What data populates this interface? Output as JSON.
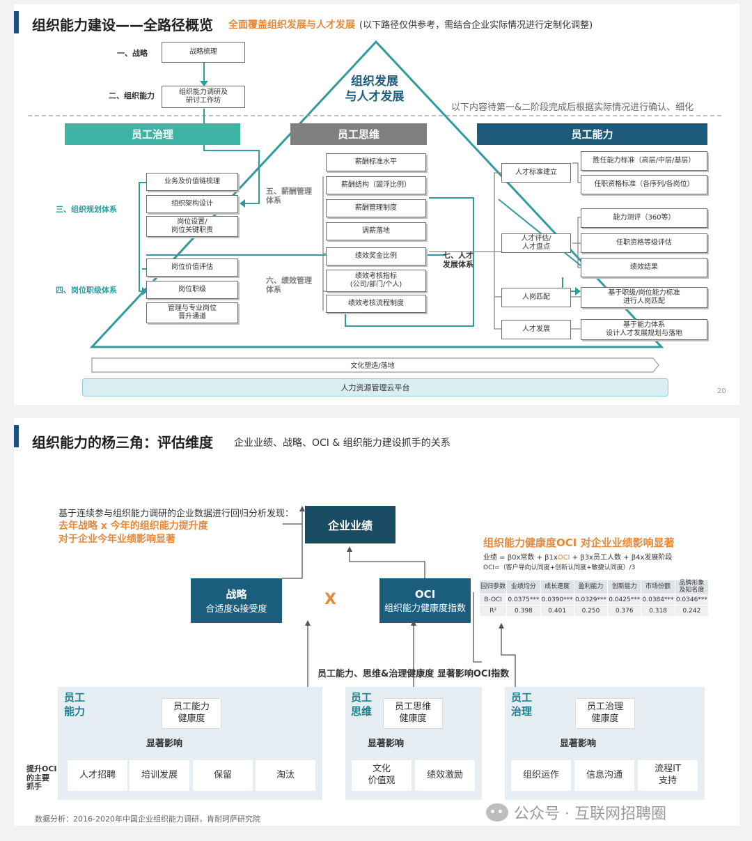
{
  "slide1": {
    "title": "组织能力建设——全路径概览",
    "subtitle": "全面覆盖组织发展与人才发展",
    "note": "(以下路径仅供参考，需结合企业实际情况进行定制化调整)",
    "pyramid_title": "组织发展\n与人才发展",
    "dashed_note": "以下内容待第一&二阶段完成后根据实际情况进行确认、细化",
    "step1_label": "一、战略",
    "step1_box": "战略梳理",
    "step2_label": "二、组织能力",
    "step2_box": "组织能力调研及\n研讨工作坊",
    "col1_header": "员工治理",
    "col2_header": "员工思维",
    "col3_header": "员工能力",
    "sec3_label": "三、组织规划体系",
    "sec3_items": [
      "业务及价值链梳理",
      "组织架构设计",
      "岗位设置/\n岗位关键职责"
    ],
    "sec4_label": "四、岗位职级体系",
    "sec4_items": [
      "岗位价值评估",
      "岗位职级",
      "管理与专业岗位\n晋升通道"
    ],
    "sec5_label": "五、薪酬管理\n体系",
    "sec5_items": [
      "薪酬标准水平",
      "薪酬结构（固浮比例）",
      "薪酬管理制度",
      "调薪落地"
    ],
    "sec6_label": "六、绩效管理\n体系",
    "sec6_items": [
      "绩效奖金比例",
      "绩效考核指标\n(公司/部门/个人)",
      "绩效考核流程制度"
    ],
    "sec7_label": "七、人才\n发展体系",
    "talent_left": [
      "人才标准建立",
      "人才评估/\n人才盘点",
      "人岗匹配",
      "人才发展"
    ],
    "talent_right": [
      "胜任能力标准（高层/中层/基层）",
      "任职资格标准（各序列/各岗位）",
      "能力测评（360等）",
      "任职资格等级评估",
      "绩效结果",
      "基于职级/岗位能力标准\n进行人岗匹配",
      "基于能力体系\n设计人才发展规划与落地"
    ],
    "culture_bar": "文化塑造/落地",
    "platform_bar": "人力资源管理云平台",
    "page_number": "20"
  },
  "slide2": {
    "title": "组织能力的杨三角：评估维度",
    "note": "企业业绩、战略、OCI & 组织能力建设抓手的关系",
    "finding_intro": "基于连续参与组织能力调研的企业数据进行回归分析发现：",
    "finding_line1": "去年战略 x 今年的组织能力提升度",
    "finding_line2": "对于企业今年业绩影响显著",
    "perf_box": "企业业绩",
    "strategy_title": "战略",
    "strategy_sub": "合适度&接受度",
    "times_mark": "X",
    "oci_title": "OCI",
    "oci_sub": "组织能力健康度指数",
    "oci_heading": "组织能力健康度OCI 对企业业绩影响显著",
    "formula_prefix": "业绩 = β0x常数 + β1x",
    "formula_oci": "OCI",
    "formula_suffix": " + β3x员工人数 + β4x发展阶段",
    "formula2": "OCI=（客户导向认同度+创新认同度+敏捷认同度）/3",
    "table_headers": [
      "回归参数",
      "业绩均分",
      "成长速度",
      "盈利能力",
      "创新能力",
      "市场份额",
      "品牌形象\n及知名度"
    ],
    "table_rows": [
      [
        "B-OCI",
        "0.0375***",
        "0.0390***",
        "0.0329***",
        "0.0425***",
        "0.0384***",
        "0.0346***"
      ],
      [
        "R²",
        "0.398",
        "0.401",
        "0.250",
        "0.376",
        "0.318",
        "0.242"
      ]
    ],
    "mid_caption": "员工能力、思维&治理健康度 显著影响OCI指数",
    "panels": [
      {
        "tag": "员工\n能力",
        "health": "员工能力\n健康度",
        "impact": "显著影响",
        "items": [
          "人才招聘",
          "培训发展",
          "保留",
          "淘汰"
        ]
      },
      {
        "tag": "员工\n思维",
        "health": "员工思维\n健康度",
        "impact": "显著影响",
        "items": [
          "文化\n价值观",
          "绩效激励"
        ]
      },
      {
        "tag": "员工\n治理",
        "health": "员工治理\n健康度",
        "impact": "显著影响",
        "items": [
          "组织运作",
          "信息沟通",
          "流程IT\n支持"
        ]
      }
    ],
    "side_label": "提升OCI\n的主要\n抓手",
    "source": "数据分析：2016-2020年中国企业组织能力调研，肯耐珂萨研究院",
    "watermark": "公众号 · 互联网招聘圈"
  },
  "colors": {
    "teal": "#2e9b9c",
    "teal_header": "#3fb3a4",
    "gray_header": "#7f7f7f",
    "navy_header": "#1e5a7a",
    "orange": "#e8893a",
    "dark_box": "#1b5d7d",
    "perf_box": "#1a4d63"
  }
}
